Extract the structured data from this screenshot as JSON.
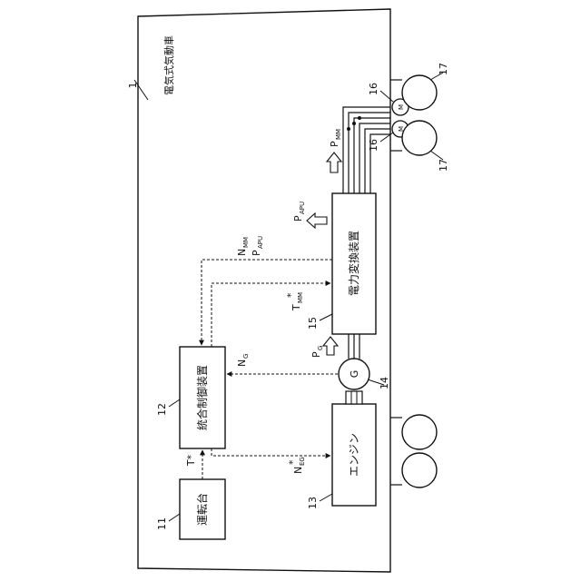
{
  "vehicle": {
    "ref": "1",
    "name": "電気式気動車"
  },
  "blocks": {
    "console": {
      "ref": "11",
      "label": "運転台"
    },
    "controller": {
      "ref": "12",
      "label": "統合制御装置"
    },
    "engine": {
      "ref": "13",
      "label": "エンジン"
    },
    "generator": {
      "ref": "14",
      "label": "G"
    },
    "converter": {
      "ref": "15",
      "label": "電力変換装置"
    },
    "motor": {
      "ref": "16",
      "label": "M"
    },
    "wheel": {
      "ref": "17"
    }
  },
  "signals": {
    "t_star": "T*",
    "n_eg": {
      "main": "N",
      "sub": "EG",
      "sup": "*"
    },
    "n_g": {
      "main": "N",
      "sub": "G"
    },
    "t_mm": {
      "main": "T",
      "sub": "MM",
      "sup": "*"
    },
    "n_mm": {
      "main": "N",
      "sub": "MM"
    },
    "p_apu_sig": {
      "main": "P",
      "sub": "APU"
    },
    "p_g": {
      "main": "P",
      "sub": "G"
    },
    "p_apu": {
      "main": "P",
      "sub": "APU"
    },
    "p_mm": {
      "main": "P",
      "sub": "MM"
    }
  }
}
